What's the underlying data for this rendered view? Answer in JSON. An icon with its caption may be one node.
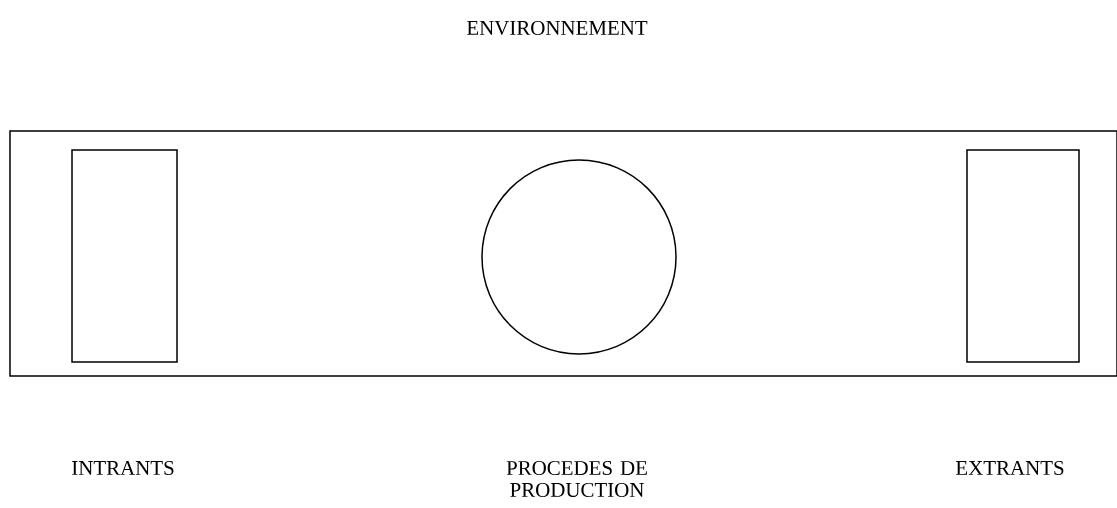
{
  "diagram": {
    "nodes": [
      {
        "text": [],
        "shape": "box"
      },
      {
        "text": [],
        "shape": "box",
        "in": 0
      },
      {
        "text": [],
        "shape": "circle",
        "in": 0
      },
      {
        "text": [],
        "shape": "box",
        "in": 0
      }
    ],
    "edges": [],
    "labels": [
      "ENVIRONNEMENT",
      "INTRANTS",
      "PROCEDES DE PRODUCTION",
      "EXTRANTS"
    ]
  }
}
